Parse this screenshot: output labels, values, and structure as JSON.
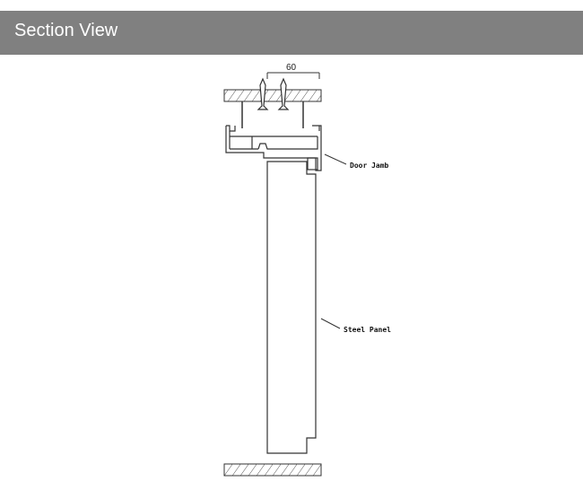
{
  "header": {
    "title": "Section View"
  },
  "drawing": {
    "dimension": "60",
    "labels": {
      "door_jamb": "Door Jamb",
      "steel_panel": "Steel Panel"
    }
  }
}
